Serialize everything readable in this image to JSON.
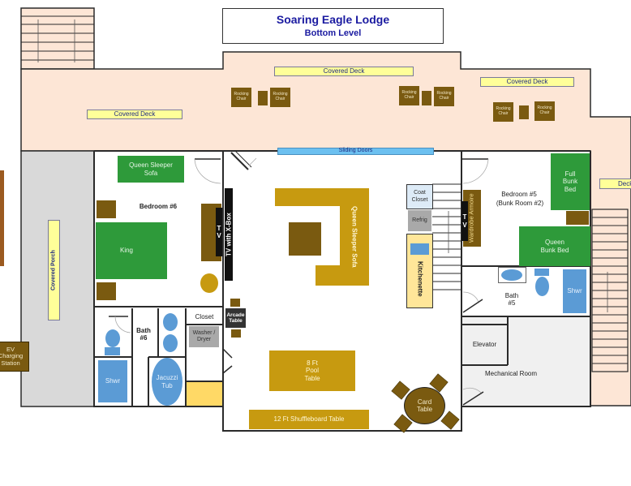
{
  "title": {
    "name": "Soaring Eagle Lodge",
    "level": "Bottom Level"
  },
  "colors": {
    "title_text": "#1a1aa0",
    "deck": "#fde6d6",
    "furniture_brown": "#7a5a10",
    "bed_green": "#2e9a3a",
    "gold": "#c79a10",
    "fixture_blue": "#5b9bd5",
    "label_yellow": "#ffff99",
    "porch_grey": "#d9d9d9"
  },
  "outdoor": {
    "covered_deck_labels": [
      "Covered Deck",
      "Covered Deck",
      "Covered Deck"
    ],
    "side_deck_label": "Deck",
    "covered_porch": "Covered  Porch",
    "ev_station": "EV Charging Station",
    "sliding_doors": "Sliding Doors",
    "rocking_chair": "Rocking Chair"
  },
  "bedroom6": {
    "name": "Bedroom #6",
    "sofa": "Queen Sleeper Sofa",
    "bed": "King",
    "tv": "T V"
  },
  "bath6": {
    "name": "Bath #6",
    "shower": "Shwr",
    "tub": "Jacuzzi Tub",
    "closet": "Closet",
    "washer": "Washer / Dryer"
  },
  "game_room": {
    "tv": "TV with X-Box",
    "sofa": "Queen Sleeper Sofa",
    "arcade": "Arcade Table",
    "pool": "8 Ft Pool Table",
    "shuffleboard": "12 Ft  Shuffleboard Table",
    "card_table": "Card Table"
  },
  "kitchenette": {
    "coat_closet": "Coat Closet",
    "refrig": "Refrig",
    "name": "Kitchenette"
  },
  "bedroom5": {
    "name": "Bedroom #5",
    "subtitle": "(Bunk Room #2)",
    "full_bunk": "Full Bunk Bed",
    "queen_bunk": "Queen Bunk Bed",
    "armoire": "Wardrobe Armoire",
    "tv": "T V"
  },
  "bath5": {
    "name": "Bath #5",
    "shower": "Shwr"
  },
  "utility": {
    "elevator": "Elevator",
    "mechanical": "Mechanical Room"
  }
}
